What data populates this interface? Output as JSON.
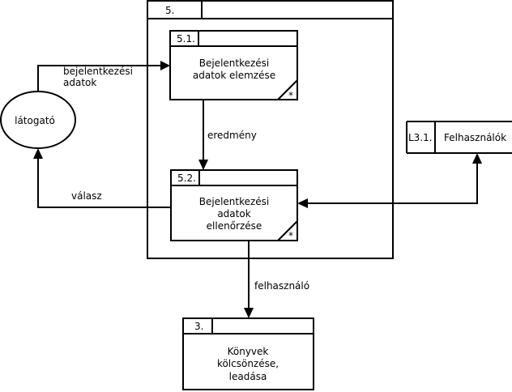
{
  "outer_process": {
    "id": "5."
  },
  "processes": [
    {
      "id": "5.1.",
      "lines": [
        "Bejelentkezési",
        "adatok elemzése"
      ],
      "marker": "*"
    },
    {
      "id": "5.2.",
      "lines": [
        "Bejelentkezési",
        "adatok",
        "ellenőrzése"
      ],
      "marker": "*"
    },
    {
      "id": "3.",
      "lines": [
        "Könyvek",
        "kölcsönzése,",
        "leadása"
      ]
    }
  ],
  "entity": {
    "label": "látogató"
  },
  "datastore": {
    "id": "L3.1.",
    "label": "Felhasználók"
  },
  "flows": {
    "login_data": [
      "bejelentkezési",
      "adatok"
    ],
    "result": "eredmény",
    "answer": "válasz",
    "user": "felhasználó"
  }
}
